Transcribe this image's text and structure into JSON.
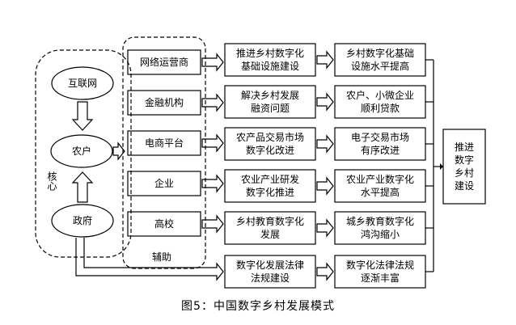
{
  "diagram": {
    "core": {
      "label": "核心",
      "nodes": [
        "互联网",
        "农户",
        "政府"
      ]
    },
    "support": {
      "label": "辅助",
      "nodes": [
        "网络运营商",
        "金融机构",
        "电商平台",
        "企业",
        "高校"
      ]
    },
    "actions": [
      "推进乡村数字化\n基础设施建设",
      "解决乡村发展\n融资问题",
      "农产品交易市场\n数字化改进",
      "农业产业研发\n数字化推进",
      "乡村教育数字化\n发展",
      "数字化发展法律\n法规建设"
    ],
    "outcomes": [
      "乡村数字化基础\n设施水平提高",
      "农户、小微企业\n顺利贷款",
      "电子交易市场\n有序改进",
      "农业产业数字化\n水平提高",
      "城乡教育数字化\n鸿沟缩小",
      "数字化法律法规\n逐渐丰富"
    ],
    "goal": "推进\n数字\n乡村\n建设",
    "caption": "图5：中国数字乡村发展模式"
  }
}
